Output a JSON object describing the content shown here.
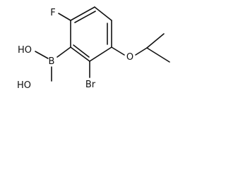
{
  "molecule": {
    "atoms": {
      "fluorine": "F",
      "boron": "B",
      "hydroxyl_top": "HO",
      "hydroxyl_bottom": "HO",
      "bromine": "Br",
      "oxygen": "O"
    }
  }
}
